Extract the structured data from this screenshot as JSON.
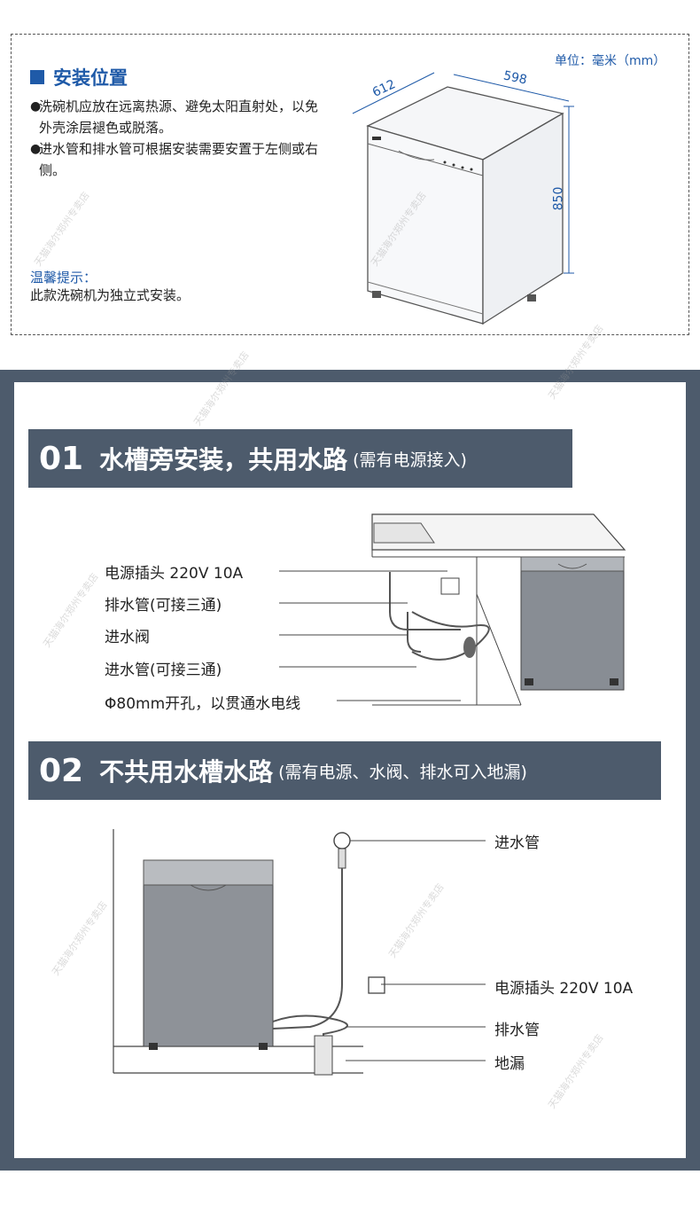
{
  "install_position": {
    "title": "安装位置",
    "bullets": [
      "洗碗机应放在远离热源、避免太阳直射处，以免外壳涂层褪色或脱落。",
      "进水管和排水管可根据安装需要安置于左侧或右侧。"
    ],
    "tip_title": "温馨提示：",
    "tip_text": "此款洗碗机为独立式安装。",
    "unit_label": "单位：毫米（mm）",
    "dimensions": {
      "depth": "612",
      "width": "598",
      "height": "850"
    }
  },
  "section1": {
    "number": "01",
    "title": "水槽旁安装，共用水路",
    "subtitle": "(需有电源接入)",
    "labels": [
      "电源插头 220V 10A",
      "排水管(可接三通)",
      "进水阀",
      "进水管(可接三通)",
      "Φ80mm开孔，以贯通水电线"
    ]
  },
  "section2": {
    "number": "02",
    "title": "不共用水槽水路",
    "subtitle": "(需有电源、水阀、排水可入地漏)",
    "labels": {
      "inlet": "进水管",
      "power": "电源插头 220V 10A",
      "drain": "排水管",
      "floor_drain": "地漏"
    }
  },
  "watermark": "天猫海尔郑州专卖店",
  "colors": {
    "accent": "#1f5aa8",
    "band": "#4d5b6c"
  }
}
